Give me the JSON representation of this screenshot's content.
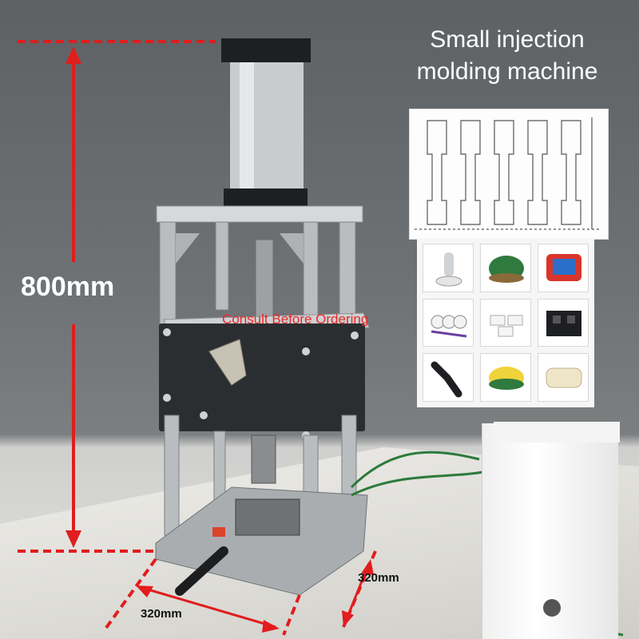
{
  "title": "Small injection molding machine",
  "height_label": "800mm",
  "width_label": "320mm",
  "depth_label": "320mm",
  "watermark": "Consult Before Ordering",
  "colors": {
    "dimension_line": "#e11d1d",
    "watermark": "#e82a2a",
    "frame": "#b9bdc0",
    "panel": "#2b2e31"
  },
  "product_samples": [
    "white-speaker-stand",
    "green-turtle-toy",
    "red-phone-case",
    "white-clip-parts",
    "white-connector-blocks",
    "black-socket-parts",
    "black-nozzle",
    "yellow-green-mouse",
    "cream-soap-box"
  ]
}
